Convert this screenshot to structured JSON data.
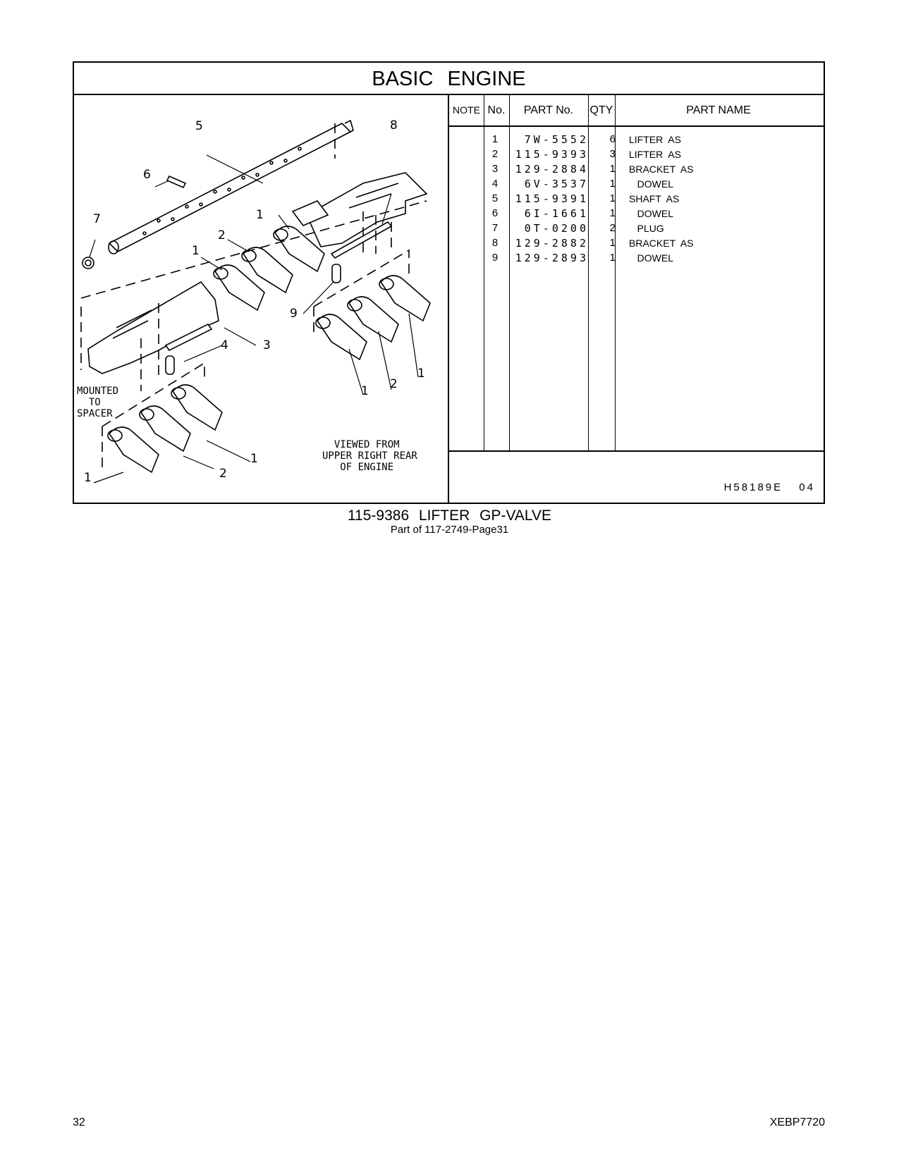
{
  "header": {
    "title": "BASIC   ENGINE"
  },
  "table": {
    "columns": {
      "note": "NOTE",
      "no": "No.",
      "part_no": "PART No.",
      "qty": "QTY",
      "part_name": "PART NAME"
    },
    "rows": [
      {
        "no": "1",
        "part_no": "7W-5552",
        "qty": "6",
        "name": "LIFTER  AS"
      },
      {
        "no": "2",
        "part_no": "115-9393",
        "qty": "3",
        "name": "LIFTER  AS"
      },
      {
        "no": "3",
        "part_no": "129-2884",
        "qty": "1",
        "name": "BRACKET  AS"
      },
      {
        "no": "4",
        "part_no": "6V-3537",
        "qty": "1",
        "name": "   DOWEL"
      },
      {
        "no": "5",
        "part_no": "115-9391",
        "qty": "1",
        "name": "SHAFT  AS"
      },
      {
        "no": "6",
        "part_no": "6I-1661",
        "qty": "1",
        "name": "   DOWEL"
      },
      {
        "no": "7",
        "part_no": "0T-0200",
        "qty": "2",
        "name": "   PLUG"
      },
      {
        "no": "8",
        "part_no": "129-2882",
        "qty": "1",
        "name": "BRACKET  AS"
      },
      {
        "no": "9",
        "part_no": "129-2893",
        "qty": "1",
        "name": "   DOWEL"
      }
    ],
    "illustration_code": "H58189E  04"
  },
  "illustration": {
    "callouts": [
      "5",
      "6",
      "7",
      "8",
      "1",
      "2",
      "1",
      "9",
      "4",
      "3",
      "1",
      "2",
      "1",
      "1",
      "2",
      "1"
    ],
    "mounted_note": "MOUNTED\n  TO\nSPACER",
    "viewed_note": "  VIEWED FROM\nUPPER RIGHT REAR\n   OF ENGINE"
  },
  "caption": {
    "title": "115-9386  LIFTER  GP-VALVE",
    "subtitle": "Part of 117-2749-Page31"
  },
  "footer": {
    "page_number": "32",
    "doc_id": "XEBP7720"
  }
}
